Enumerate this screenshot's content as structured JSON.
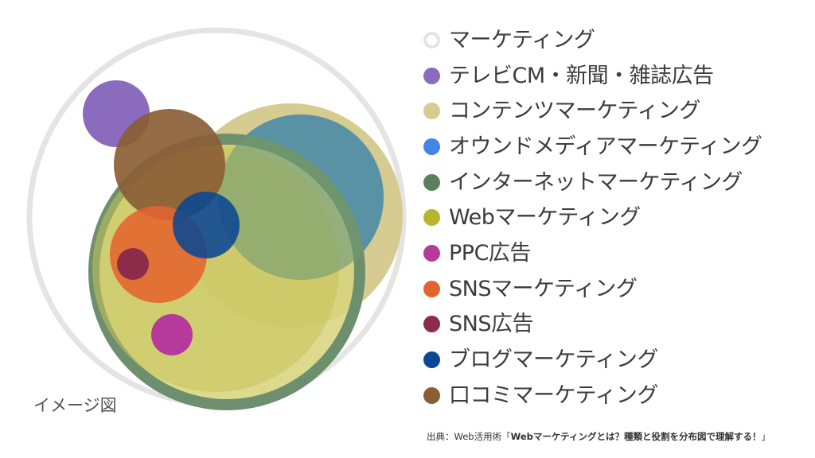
{
  "legend": [
    {
      "label": "マーケティング",
      "color": "#e6e3e3",
      "ring": true
    },
    {
      "label": "テレビCM・新聞・雑誌広告",
      "color": "#8b6bbd"
    },
    {
      "label": "コンテンツマーケティング",
      "color": "#d6cc92"
    },
    {
      "label": "オウンドメディアマーケティング",
      "color": "#3f86e6"
    },
    {
      "label": "インターネットマーケティング",
      "color": "#5b7f5b"
    },
    {
      "label": "Webマーケティング",
      "color": "#b9b42c"
    },
    {
      "label": "PPC広告",
      "color": "#b63a9b"
    },
    {
      "label": "SNSマーケティング",
      "color": "#e4642e"
    },
    {
      "label": "SNS広告",
      "color": "#8c2c48"
    },
    {
      "label": "ブログマーケティング",
      "color": "#0b4794"
    },
    {
      "label": "口コミマーケティング",
      "color": "#8a5e35"
    }
  ],
  "caption": "イメージ図",
  "source": {
    "prefix": "出典：Web活用術「",
    "title": "Webマーケティングとは？種類と役割を分布図で理解する！",
    "suffix": "」"
  }
}
